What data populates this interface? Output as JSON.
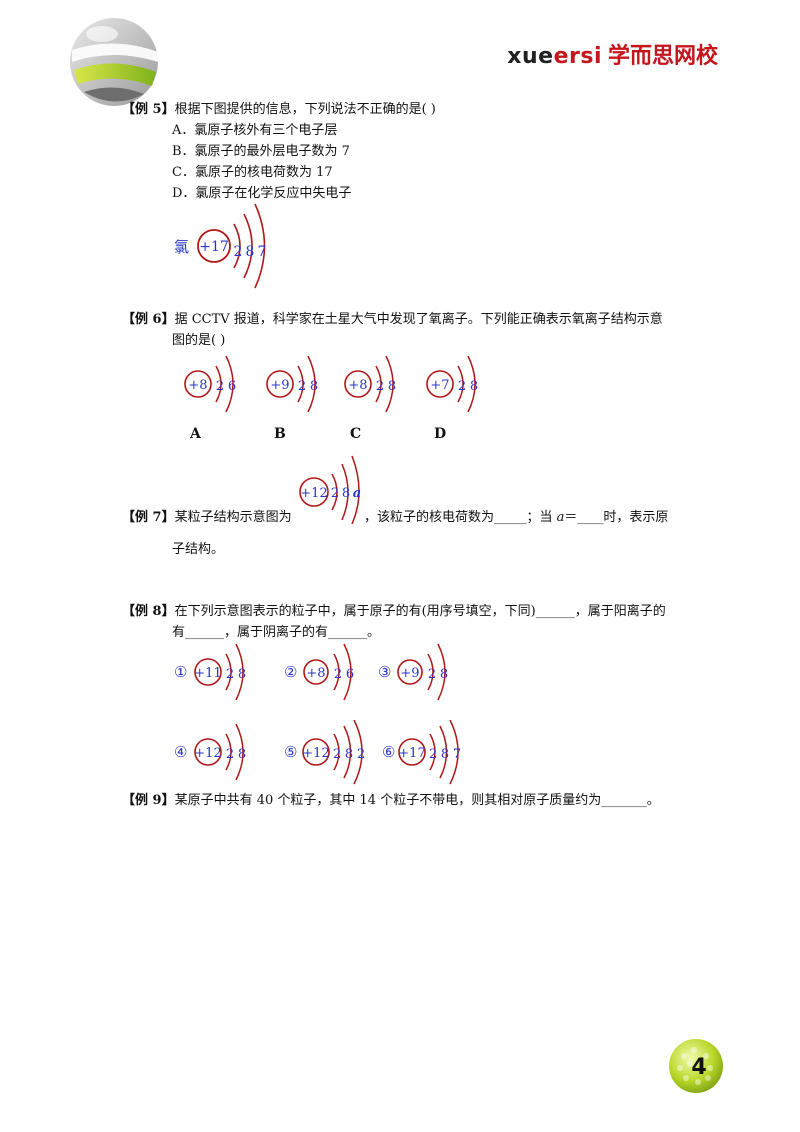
{
  "header": {
    "brand_latin_1": "xue",
    "brand_latin_2": "ersi",
    "brand_cn": "学而思网校"
  },
  "ex5": {
    "tag": "【例 5】",
    "stem": "根据下图提供的信息，下列说法不正确的是(              )",
    "options": [
      "A．氯原子核外有三个电子层",
      "B．氯原子的最外层电子数为 7",
      "C．氯原子的核电荷数为 17",
      "D．氯原子在化学反应中失电子"
    ],
    "element_label": "氯",
    "atom": {
      "nucleus": "+17",
      "shells": [
        "2",
        "8",
        "7"
      ]
    }
  },
  "ex6": {
    "tag": "【例 6】",
    "stem_1": "据 CCTV 报道，科学家在土星大气中发现了氧离子。下列能正确表示氧离子结构示意",
    "stem_2": "图的是(          )",
    "choices": [
      {
        "label": "A",
        "nucleus": "+8",
        "shells": [
          "2",
          "6"
        ]
      },
      {
        "label": "B",
        "nucleus": "+9",
        "shells": [
          "2",
          "8"
        ]
      },
      {
        "label": "C",
        "nucleus": "+8",
        "shells": [
          "2",
          "8"
        ]
      },
      {
        "label": "D",
        "nucleus": "+7",
        "shells": [
          "2",
          "8"
        ]
      }
    ]
  },
  "ex7": {
    "tag": "【例 7】",
    "text_1": "某粒子结构示意图为",
    "text_2": "，该粒子的核电荷数为_____；当 ",
    "var": "a",
    "text_3": "＝____时，表示原",
    "text_4": "子结构。",
    "atom": {
      "nucleus": "+12",
      "shells": [
        "2",
        "8",
        "a"
      ]
    }
  },
  "ex8": {
    "tag": "【例 8】",
    "stem_1": "在下列示意图表示的粒子中，属于原子的有(用序号填空，下同)______，属于阳离子的",
    "stem_2": "有______，属于阴离子的有______。",
    "items": [
      {
        "num": "①",
        "nucleus": "+11",
        "shells": [
          "2",
          "8"
        ]
      },
      {
        "num": "②",
        "nucleus": "+8",
        "shells": [
          "2",
          "6"
        ]
      },
      {
        "num": "③",
        "nucleus": "+9",
        "shells": [
          "2",
          "8"
        ]
      },
      {
        "num": "④",
        "nucleus": "+12",
        "shells": [
          "2",
          "8"
        ]
      },
      {
        "num": "⑤",
        "nucleus": "+12",
        "shells": [
          "2",
          "8",
          "2"
        ]
      },
      {
        "num": "⑥",
        "nucleus": "+17",
        "shells": [
          "2",
          "8",
          "7"
        ]
      }
    ]
  },
  "ex9": {
    "tag": "【例 9】",
    "text": "某原子中共有 40 个粒子，其中 14 个粒子不带电，则其相对原子质量约为_______。"
  },
  "footer": {
    "page_number": "4"
  },
  "colors": {
    "ring": "#b01818",
    "digits": "#2b35c8",
    "brand_red": "#c4161c",
    "badge_green": "#a6c814"
  }
}
